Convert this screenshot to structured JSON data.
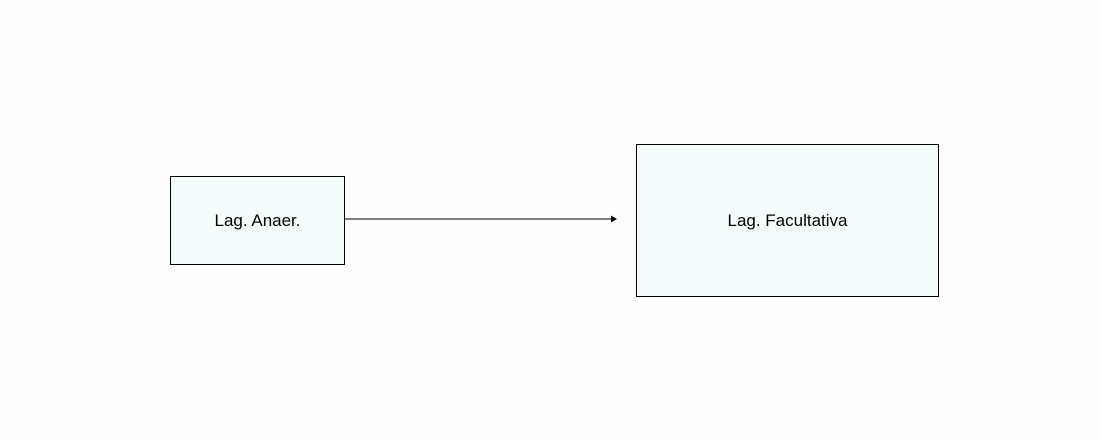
{
  "diagram": {
    "nodes": [
      {
        "id": "anaer",
        "label": "Lag. Anaer."
      },
      {
        "id": "facult",
        "label": "Lag. Facultativa"
      }
    ],
    "edges": [
      {
        "from": "anaer",
        "to": "facult",
        "label": ""
      }
    ]
  },
  "colors": {
    "background": "#fefefe",
    "node_fill": "#f5fcfc",
    "node_border": "#000000",
    "edge": "#000000",
    "text": "#000000"
  }
}
